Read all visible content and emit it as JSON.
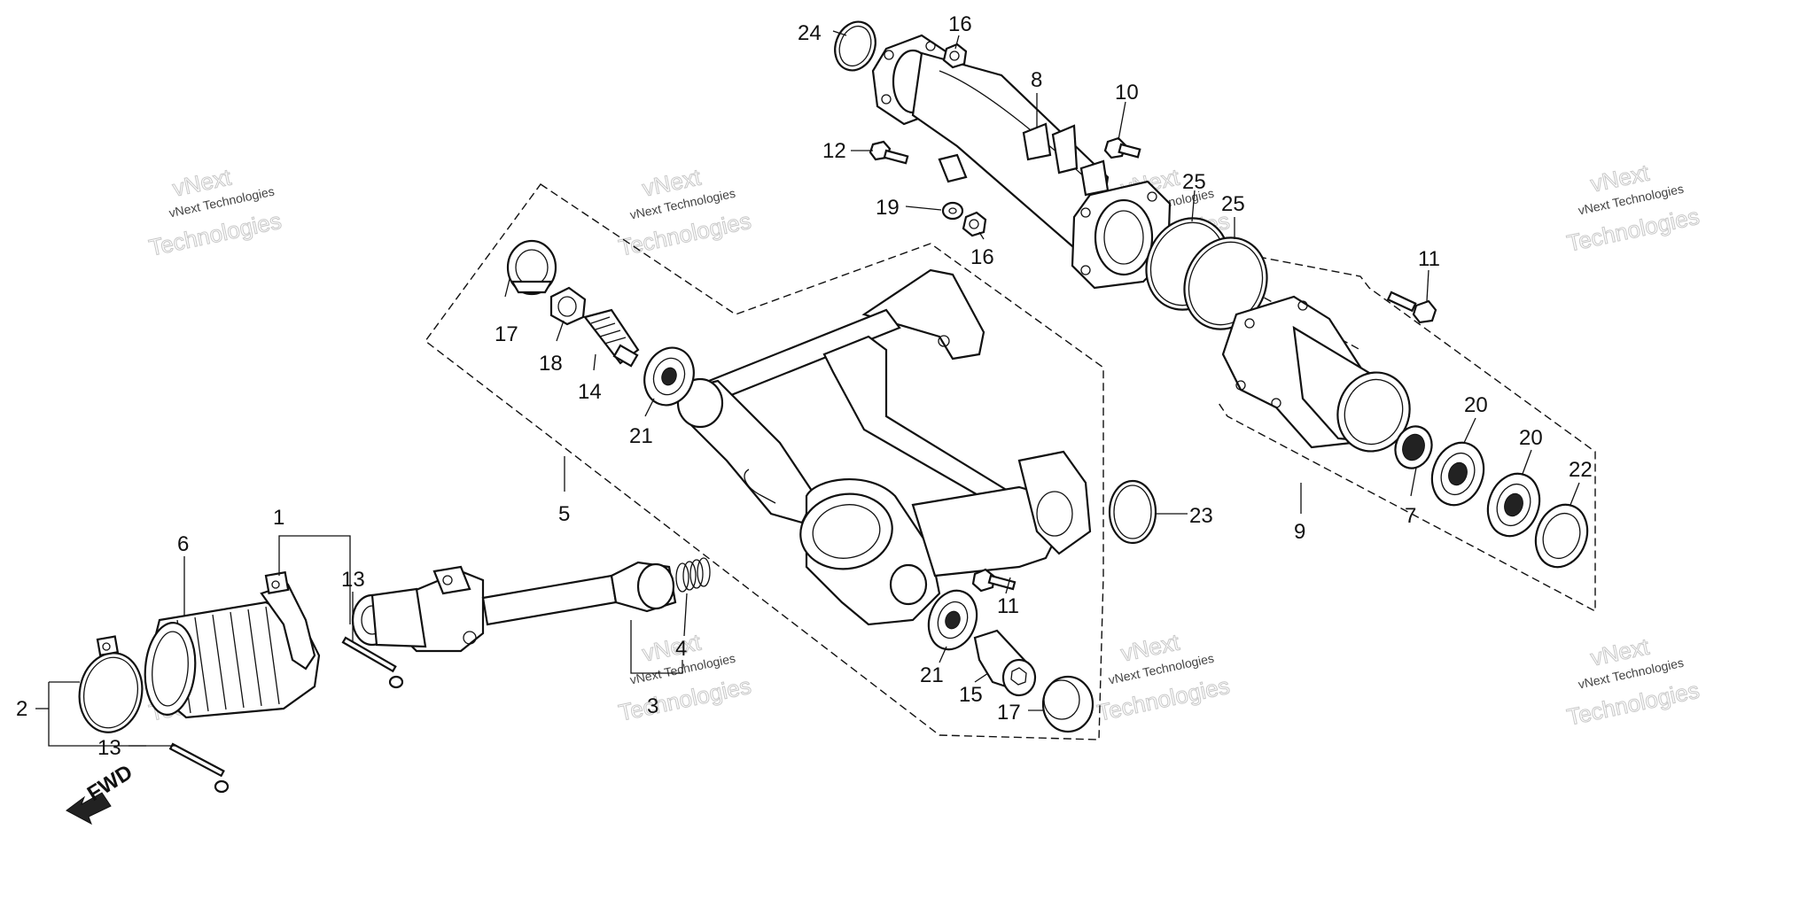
{
  "callouts": [
    {
      "id": "24",
      "label": "24"
    },
    {
      "id": "16a",
      "label": "16"
    },
    {
      "id": "8",
      "label": "8"
    },
    {
      "id": "10",
      "label": "10"
    },
    {
      "id": "12",
      "label": "12"
    },
    {
      "id": "19",
      "label": "19"
    },
    {
      "id": "16b",
      "label": "16"
    },
    {
      "id": "25a",
      "label": "25"
    },
    {
      "id": "25b",
      "label": "25"
    },
    {
      "id": "11a",
      "label": "11"
    },
    {
      "id": "17a",
      "label": "17"
    },
    {
      "id": "18",
      "label": "18"
    },
    {
      "id": "14",
      "label": "14"
    },
    {
      "id": "21a",
      "label": "21"
    },
    {
      "id": "5",
      "label": "5"
    },
    {
      "id": "20a",
      "label": "20"
    },
    {
      "id": "20b",
      "label": "20"
    },
    {
      "id": "22",
      "label": "22"
    },
    {
      "id": "9",
      "label": "9"
    },
    {
      "id": "7",
      "label": "7"
    },
    {
      "id": "23",
      "label": "23"
    },
    {
      "id": "1",
      "label": "1"
    },
    {
      "id": "6",
      "label": "6"
    },
    {
      "id": "13a",
      "label": "13"
    },
    {
      "id": "11b",
      "label": "11"
    },
    {
      "id": "4",
      "label": "4"
    },
    {
      "id": "3",
      "label": "3"
    },
    {
      "id": "21b",
      "label": "21"
    },
    {
      "id": "15",
      "label": "15"
    },
    {
      "id": "17b",
      "label": "17"
    },
    {
      "id": "2",
      "label": "2"
    },
    {
      "id": "13b",
      "label": "13"
    }
  ],
  "fwd_label": "FWD",
  "watermark": {
    "brand_top": "vNext",
    "brand_full": "vNext Technologies",
    "brand_bottom": "Technologies"
  }
}
